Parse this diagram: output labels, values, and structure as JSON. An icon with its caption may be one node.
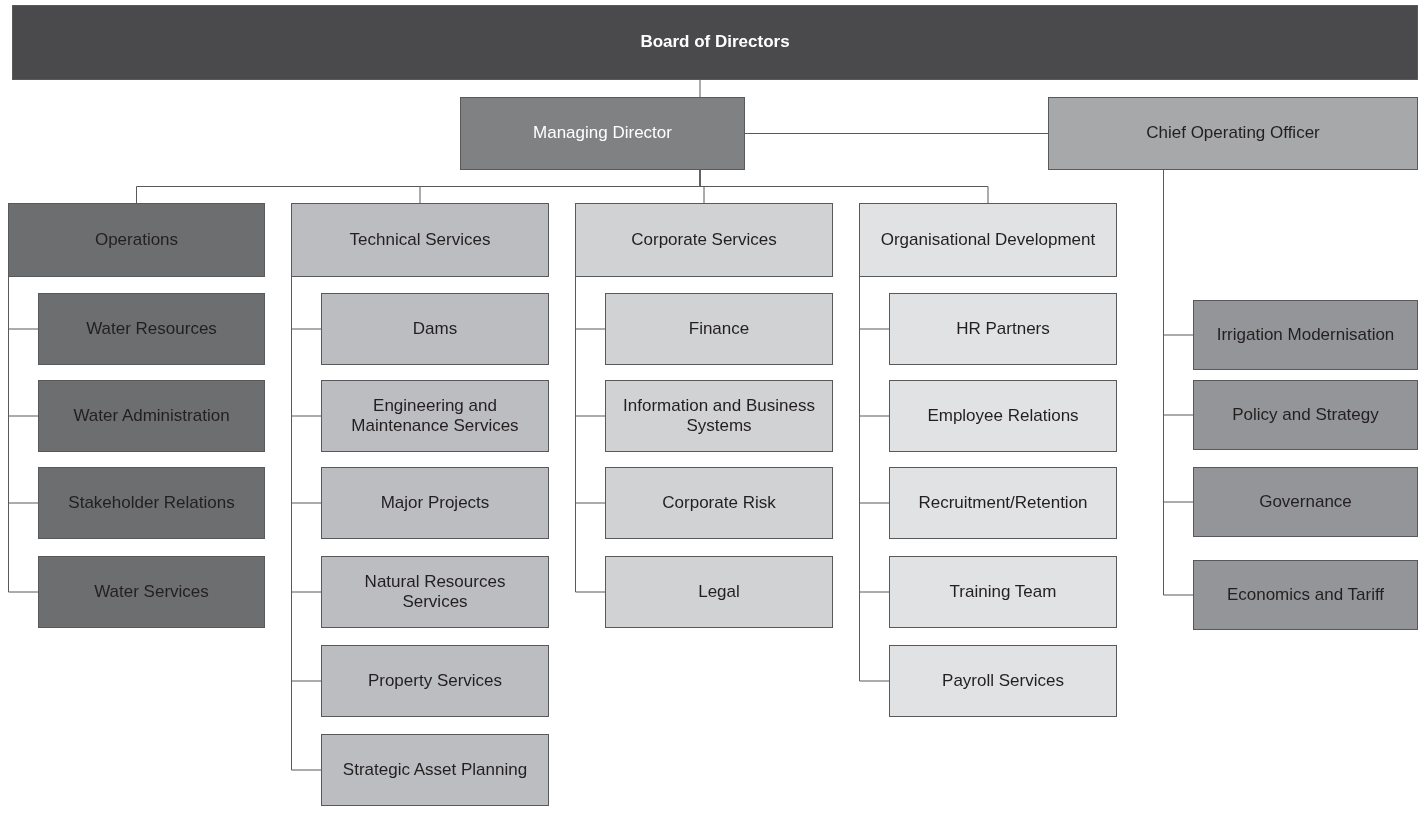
{
  "diagram": {
    "nodes": [
      {
        "text": [
          "Board of Directors"
        ]
      },
      {
        "text": [
          "Managing Director"
        ]
      },
      {
        "text": [
          "Chief Operating Officer"
        ]
      },
      {
        "text": [
          "Operations"
        ]
      },
      {
        "text": [
          "Technical Services"
        ]
      },
      {
        "text": [
          "Corporate Services"
        ]
      },
      {
        "text": [
          "Organisational Development"
        ]
      },
      {
        "text": [
          "Water Resources"
        ]
      },
      {
        "text": [
          "Water Administration"
        ]
      },
      {
        "text": [
          "Stakeholder Relations"
        ]
      },
      {
        "text": [
          "Water Services"
        ]
      },
      {
        "text": [
          "Dams"
        ]
      },
      {
        "text": [
          "Engineering and Maintenance Services"
        ]
      },
      {
        "text": [
          "Major Projects"
        ]
      },
      {
        "text": [
          "Natural Resources Services"
        ]
      },
      {
        "text": [
          "Property Services"
        ]
      },
      {
        "text": [
          "Strategic Asset Planning"
        ]
      },
      {
        "text": [
          "Finance"
        ]
      },
      {
        "text": [
          "Information and Business Systems"
        ]
      },
      {
        "text": [
          "Corporate Risk"
        ]
      },
      {
        "text": [
          "Legal"
        ]
      },
      {
        "text": [
          "HR Partners"
        ]
      },
      {
        "text": [
          "Employee Relations"
        ]
      },
      {
        "text": [
          "Recruitment/Retention"
        ]
      },
      {
        "text": [
          "Training Team"
        ]
      },
      {
        "text": [
          "Payroll Services"
        ]
      },
      {
        "text": [
          "Irrigation Modernisation"
        ]
      },
      {
        "text": [
          "Policy and Strategy"
        ]
      },
      {
        "text": [
          "Governance"
        ]
      },
      {
        "text": [
          "Economics and Tariff"
        ]
      }
    ],
    "edges": [
      {
        "from": 0,
        "to": 1,
        "arrow": "none"
      },
      {
        "from": 1,
        "to": 2,
        "arrow": "none"
      },
      {
        "from": 1,
        "to": 3,
        "arrow": "none"
      },
      {
        "from": 1,
        "to": 4,
        "arrow": "none"
      },
      {
        "from": 1,
        "to": 5,
        "arrow": "none"
      },
      {
        "from": 1,
        "to": 6,
        "arrow": "none"
      },
      {
        "from": 3,
        "to": 7,
        "arrow": "none"
      },
      {
        "from": 3,
        "to": 8,
        "arrow": "none"
      },
      {
        "from": 3,
        "to": 9,
        "arrow": "none"
      },
      {
        "from": 3,
        "to": 10,
        "arrow": "none"
      },
      {
        "from": 4,
        "to": 11,
        "arrow": "none"
      },
      {
        "from": 4,
        "to": 12,
        "arrow": "none"
      },
      {
        "from": 4,
        "to": 13,
        "arrow": "none"
      },
      {
        "from": 4,
        "to": 14,
        "arrow": "none"
      },
      {
        "from": 4,
        "to": 15,
        "arrow": "none"
      },
      {
        "from": 4,
        "to": 16,
        "arrow": "none"
      },
      {
        "from": 5,
        "to": 17,
        "arrow": "none"
      },
      {
        "from": 5,
        "to": 18,
        "arrow": "none"
      },
      {
        "from": 5,
        "to": 19,
        "arrow": "none"
      },
      {
        "from": 5,
        "to": 20,
        "arrow": "none"
      },
      {
        "from": 6,
        "to": 21,
        "arrow": "none"
      },
      {
        "from": 6,
        "to": 22,
        "arrow": "none"
      },
      {
        "from": 6,
        "to": 23,
        "arrow": "none"
      },
      {
        "from": 6,
        "to": 24,
        "arrow": "none"
      },
      {
        "from": 6,
        "to": 25,
        "arrow": "none"
      },
      {
        "from": 2,
        "to": 26,
        "arrow": "none"
      },
      {
        "from": 2,
        "to": 27,
        "arrow": "none"
      },
      {
        "from": 2,
        "to": 28,
        "arrow": "none"
      },
      {
        "from": 2,
        "to": 29,
        "arrow": "none"
      }
    ]
  }
}
